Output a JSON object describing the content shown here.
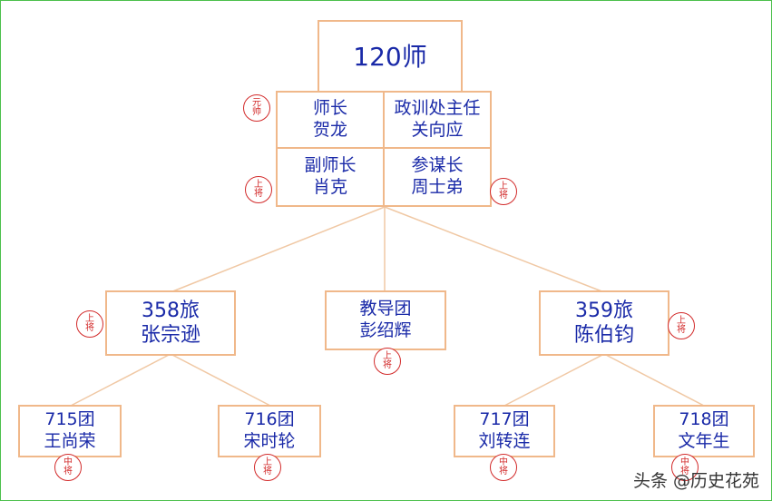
{
  "colors": {
    "box_border": "#f0b88a",
    "text": "#1a2aa8",
    "seal": "#d22a2a",
    "frame": "#4cc04c"
  },
  "title": "120师",
  "hq": {
    "commander": {
      "role": "师长",
      "name": "贺龙"
    },
    "political": {
      "role": "政训处主任",
      "name": "关向应"
    },
    "deputy": {
      "role": "副师长",
      "name": "肖克"
    },
    "chief_staff": {
      "role": "参谋长",
      "name": "周士弟"
    }
  },
  "brigades": {
    "b358": {
      "unit": "358旅",
      "name": "张宗逊"
    },
    "training": {
      "unit": "教导团",
      "name": "彭绍辉"
    },
    "b359": {
      "unit": "359旅",
      "name": "陈伯钧"
    }
  },
  "regiments": {
    "r715": {
      "unit": "715团",
      "name": "王尚荣"
    },
    "r716": {
      "unit": "716团",
      "name": "宋时轮"
    },
    "r717": {
      "unit": "717团",
      "name": "刘转连"
    },
    "r718": {
      "unit": "718团",
      "name": "文年生"
    }
  },
  "ranks": {
    "marshal": [
      "元",
      "帅"
    ],
    "general": [
      "上",
      "将"
    ],
    "lt_general": [
      "中",
      "将"
    ]
  },
  "watermark": "头条 @历史花苑"
}
